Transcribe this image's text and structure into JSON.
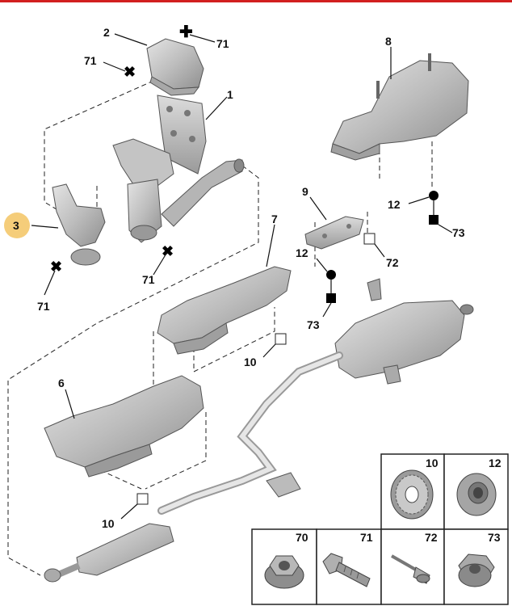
{
  "callouts": {
    "c1": "1",
    "c2": "2",
    "c3": "3",
    "c6": "6",
    "c7": "7",
    "c8": "8",
    "c9": "9",
    "c10a": "10",
    "c10b": "10",
    "c12a": "12",
    "c12b": "12",
    "c71a": "71",
    "c71b": "71",
    "c71c": "71",
    "c71d": "71",
    "c72": "72",
    "c73a": "73",
    "c73b": "73"
  },
  "legend": {
    "box10": "10",
    "box12": "12",
    "box70": "70",
    "box71": "71",
    "box72": "72",
    "box73": "73"
  },
  "colors": {
    "highlight": "#f5cd7a",
    "accent_bar": "#d21f1f",
    "part_fill": "#c9c9c9"
  }
}
